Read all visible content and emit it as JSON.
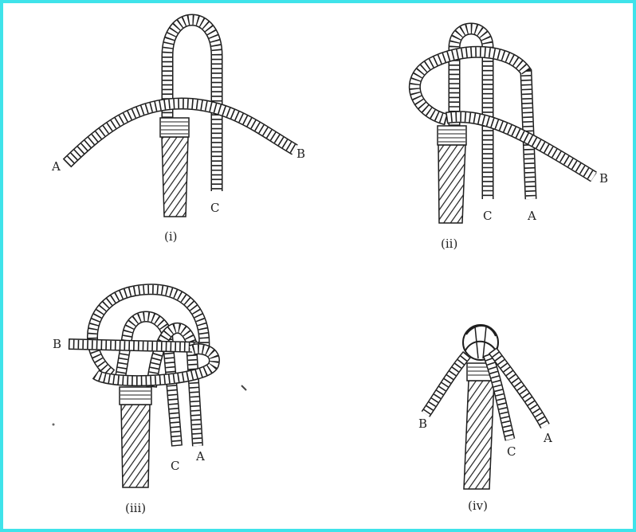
{
  "colors": {
    "border": "#3fe3ea",
    "ink": "#1e1e1e",
    "rope": "#ffffff"
  },
  "panels": [
    {
      "caption": "(i)",
      "labels": {
        "a": "A",
        "b": "B",
        "c": "C"
      }
    },
    {
      "caption": "(ii)",
      "labels": {
        "a": "A",
        "b": "B",
        "c": "C"
      }
    },
    {
      "caption": "(iii)",
      "labels": {
        "a": "A",
        "b": "B",
        "c": "C"
      }
    },
    {
      "caption": "(iv)",
      "labels": {
        "a": "A",
        "b": "B",
        "c": "C"
      }
    }
  ]
}
